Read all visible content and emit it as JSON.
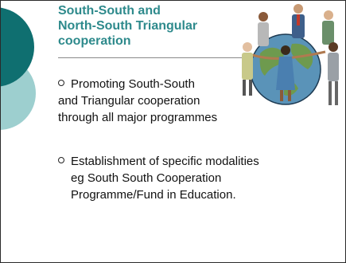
{
  "slide": {
    "title_lines": [
      "South-South and",
      "North-South Triangular",
      "cooperation"
    ],
    "bullets": [
      {
        "lines": [
          "Promoting South-South",
          "and Triangular cooperation",
          "through all major programmes"
        ]
      },
      {
        "lines": [
          "Establishment of specific modalities",
          "eg South South Cooperation",
          "Programme/Fund in Education."
        ]
      }
    ],
    "illustration": "people-holding-hands-around-globe",
    "colors": {
      "title": "#2e8a8c",
      "deco_dark": "#0f6f70",
      "deco_light": "#9dcfcf"
    }
  }
}
